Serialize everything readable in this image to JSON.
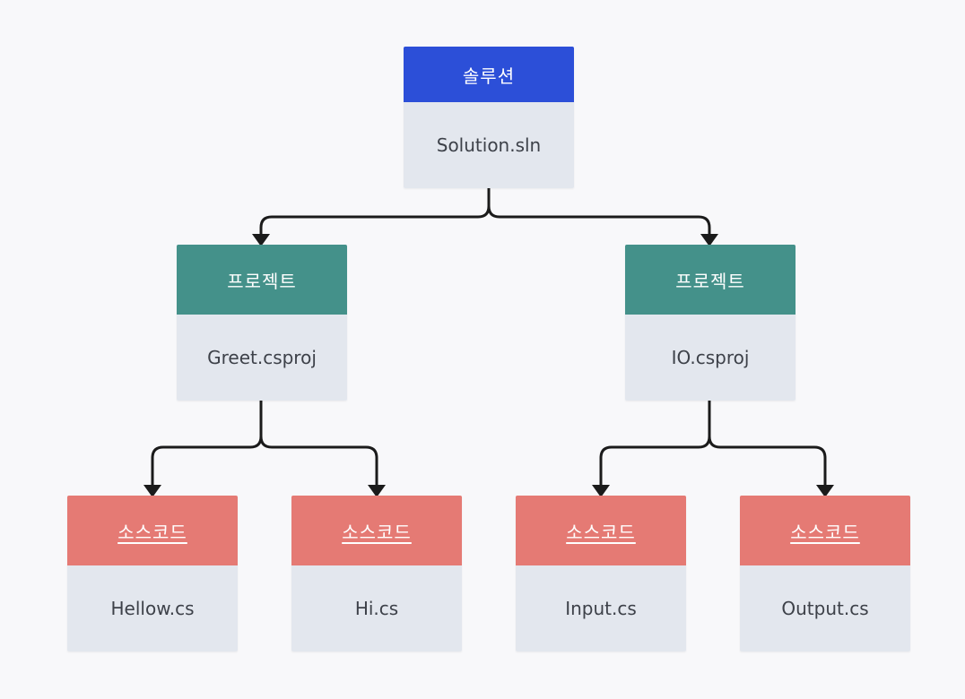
{
  "colors": {
    "solution_header": "#2c4fd8",
    "project_header": "#44918a",
    "source_header": "#e57a74",
    "body_bg": "#e3e7ee",
    "connector": "#1b1b1b"
  },
  "solution": {
    "header": "솔루션",
    "name": "Solution.sln"
  },
  "projects": [
    {
      "header": "프로젝트",
      "name": "Greet.csproj",
      "sources": [
        {
          "header": "소스코드",
          "name": "Hellow.cs"
        },
        {
          "header": "소스코드",
          "name": "Hi.cs"
        }
      ]
    },
    {
      "header": "프로젝트",
      "name": "IO.csproj",
      "sources": [
        {
          "header": "소스코드",
          "name": "Input.cs"
        },
        {
          "header": "소스코드",
          "name": "Output.cs"
        }
      ]
    }
  ]
}
